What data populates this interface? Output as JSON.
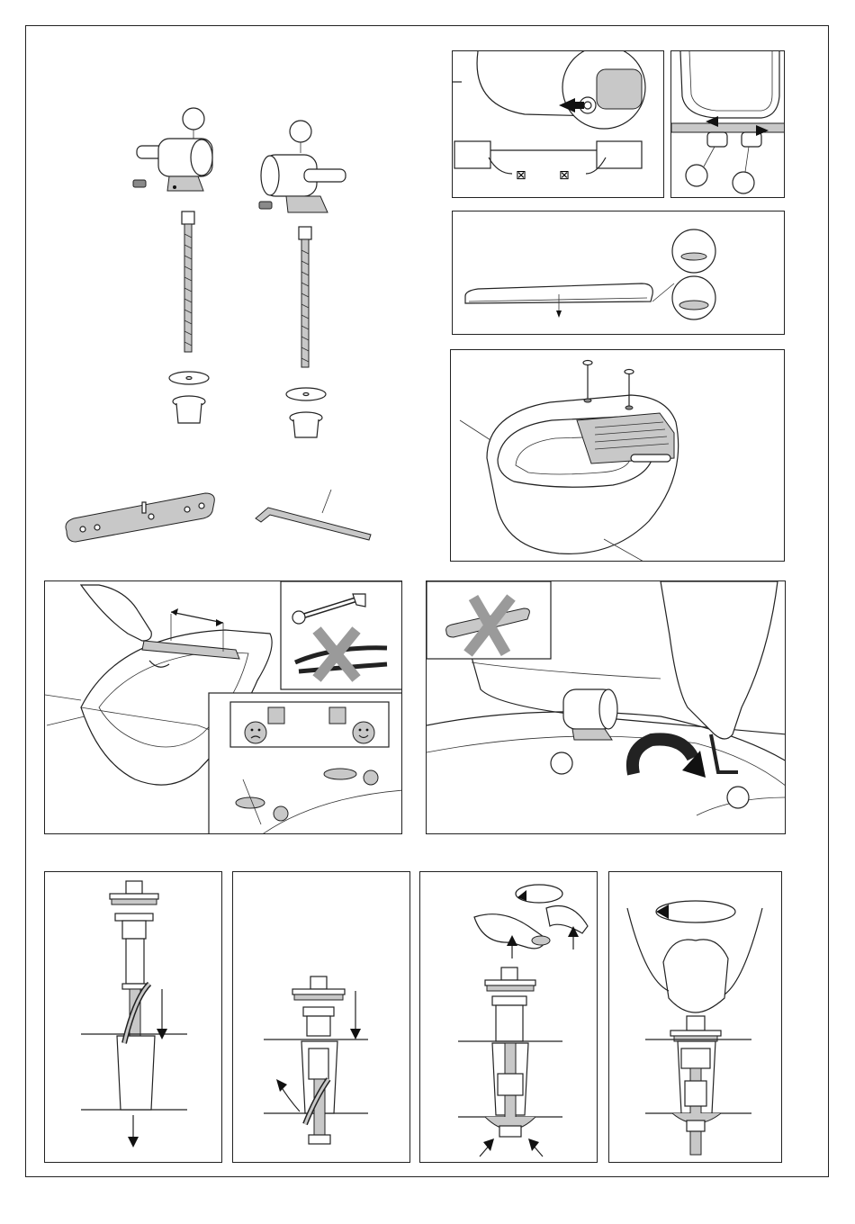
{
  "document": {
    "type": "assembly instructions",
    "text_labels": []
  },
  "colors": {
    "line": "#222222",
    "fill_light": "#c8c8c8",
    "fill_dark": "#8a8a8a",
    "cross_mark": "#9a9a9a",
    "background": "#ffffff"
  },
  "panels": [
    {
      "id": "parts-overview",
      "icon": "parts-kit-illustration"
    },
    {
      "id": "hinge-detail",
      "icon": "hinge-release-illustration"
    },
    {
      "id": "hinge-slide",
      "icon": "hinge-slide-illustration"
    },
    {
      "id": "seat-buffers",
      "icon": "buffer-detail-illustration"
    },
    {
      "id": "toilet-mounting",
      "icon": "toilet-mount-illustration"
    },
    {
      "id": "plate-alignment",
      "icon": "template-plate-illustration"
    },
    {
      "id": "hex-tightening",
      "icon": "hex-key-illustration"
    },
    {
      "id": "step-1",
      "icon": "anchor-insert-step"
    },
    {
      "id": "step-2",
      "icon": "anchor-expand-step"
    },
    {
      "id": "step-3",
      "icon": "nut-tighten-step"
    },
    {
      "id": "step-4",
      "icon": "final-tighten-step"
    }
  ]
}
